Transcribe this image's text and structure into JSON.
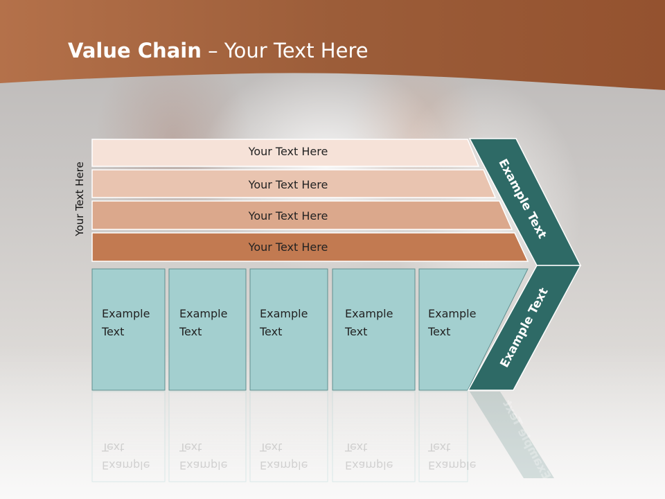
{
  "slide": {
    "title_bold": "Value Chain",
    "title_rest": " – Your Text Here",
    "vertical_label": "Your Text Here"
  },
  "bars": [
    {
      "label": "Your Text Here",
      "color": "#f6e2d8"
    },
    {
      "label": "Your Text Here",
      "color": "#e9c4b0"
    },
    {
      "label": "Your Text Here",
      "color": "#dba88c"
    },
    {
      "label": "Your Text Here",
      "color": "#c27a51"
    }
  ],
  "boxes": [
    {
      "line1": "Example",
      "line2": "Text"
    },
    {
      "line1": "Example",
      "line2": "Text"
    },
    {
      "line1": "Example",
      "line2": "Text"
    },
    {
      "line1": "Example",
      "line2": "Text"
    },
    {
      "line1": "Example",
      "line2": "Text"
    }
  ],
  "arrow": {
    "upper_label": "Example Text",
    "lower_label": "Example Text",
    "color": "#2e6a66"
  },
  "colors": {
    "banner": "#a0603c",
    "box_fill": "#a3cfcf"
  }
}
